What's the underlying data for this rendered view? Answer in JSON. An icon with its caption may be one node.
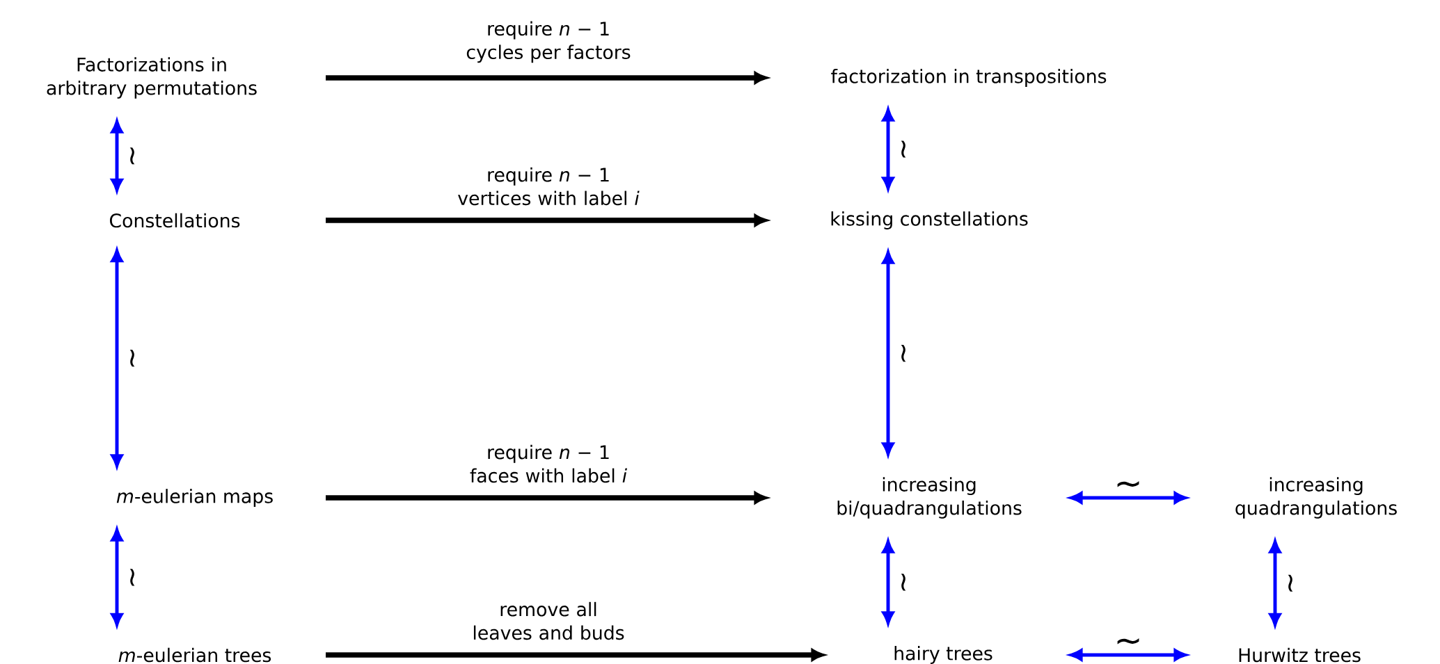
{
  "diagram": {
    "nodes": [
      {
        "text": [
          "Factorizations in arbitrary permutations"
        ]
      },
      {
        "text": [
          "factorization in transpositions"
        ]
      },
      {
        "text": [
          "Constellations"
        ]
      },
      {
        "text": [
          "kissing constellations"
        ]
      },
      {
        "text": [
          "*m*-eulerian maps"
        ]
      },
      {
        "text": [
          "increasing bi/quadrangulations"
        ]
      },
      {
        "text": [
          "increasing quadrangulations"
        ]
      },
      {
        "text": [
          "*m*-eulerian trees"
        ]
      },
      {
        "text": [
          "hairy trees"
        ]
      },
      {
        "text": [
          "Hurwitz trees"
        ]
      }
    ],
    "edges": [
      {
        "from": 0,
        "to": 1,
        "arrow": "to",
        "label": "require *n* − 1 cycles per factors",
        "color": "#000000"
      },
      {
        "from": 0,
        "to": 2,
        "arrow": "both",
        "label": "≀"
      },
      {
        "from": 1,
        "to": 3,
        "arrow": "both",
        "label": "≀"
      },
      {
        "from": 2,
        "to": 3,
        "arrow": "to",
        "label": "require *n* − 1 vertices with label *i*",
        "color": "#000000"
      },
      {
        "from": 2,
        "to": 4,
        "arrow": "both",
        "label": "≀"
      },
      {
        "from": 3,
        "to": 5,
        "arrow": "both",
        "label": "≀"
      },
      {
        "from": 4,
        "to": 5,
        "arrow": "to",
        "label": "require *n* − 1 faces with label *i*",
        "color": "#000000"
      },
      {
        "from": 5,
        "to": 6,
        "arrow": "both",
        "label": "∼"
      },
      {
        "from": 4,
        "to": 7,
        "arrow": "both",
        "label": "≀"
      },
      {
        "from": 5,
        "to": 8,
        "arrow": "both",
        "label": "≀"
      },
      {
        "from": 6,
        "to": 9,
        "arrow": "both",
        "label": "≀"
      },
      {
        "from": 7,
        "to": 8,
        "arrow": "to",
        "label": "remove all leaves and buds",
        "color": "#000000"
      },
      {
        "from": 8,
        "to": 9,
        "arrow": "both",
        "label": "∼"
      }
    ]
  }
}
